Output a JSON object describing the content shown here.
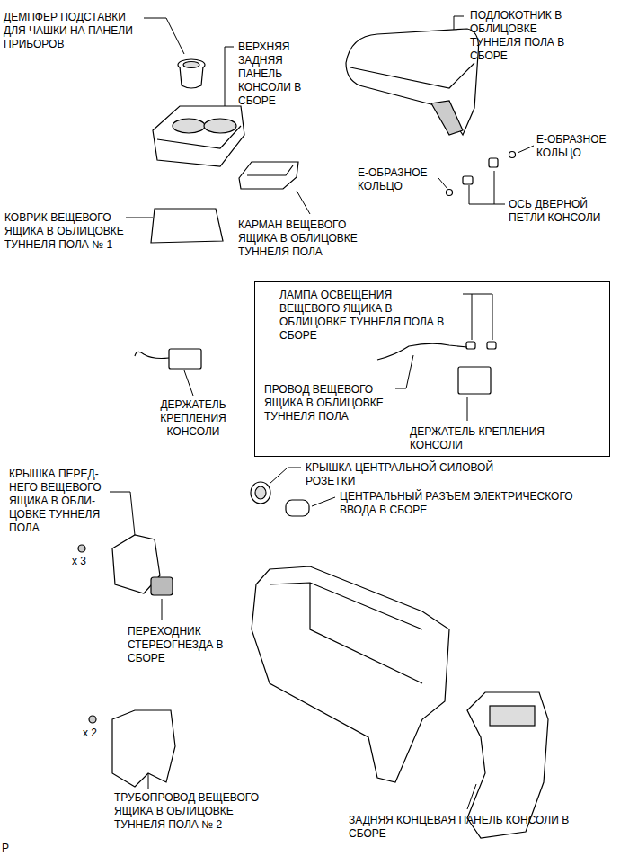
{
  "diagram": {
    "nodes": [
      {
        "text": [
          "ЛАМПА ОСВЕЩЕНИЯ ВЕЩЕВОГО ЯЩИКА В ОБЛИЦОВКЕ ТУННЕЛЯ ПОЛА В СБОРЕ",
          "ПРОВОД ВЕЩЕВОГО ЯЩИКА В ОБЛИЦОВКЕ ТУННЕЛЯ ПОЛА",
          "ДЕРЖАТЕЛЬ КРЕПЛЕНИЯ КОНСОЛИ"
        ]
      }
    ],
    "labels": [
      "ДЕМПФЕР ПОДСТАВКИ ДЛЯ ЧАШКИ НА ПАНЕЛИ ПРИБОРОВ",
      "ВЕРХНЯЯ ЗАДНЯЯ ПАНЕЛЬ КОНСОЛИ В СБОРЕ",
      "ПОДЛОКОТНИК В ОБЛИЦОВКЕ ТУННЕЛЯ ПОЛА В СБОРЕ",
      "Е-ОБРАЗНОЕ КОЛЬЦО",
      "Е-ОБРАЗНОЕ КОЛЬЦО",
      "ОСЬ ДВЕРНОЙ ПЕТЛИ КОНСОЛИ",
      "КОВРИК ВЕЩЕВОГО ЯЩИКА В ОБЛИЦОВКЕ ТУННЕЛЯ ПОЛА № 1",
      "КАРМАН ВЕЩЕВОГО ЯЩИКА В ОБЛИЦОВКЕ ТУННЕЛЯ ПОЛА",
      "ДЕРЖАТЕЛЬ КРЕПЛЕНИЯ КОНСОЛИ",
      "КРЫШКА ЦЕНТРАЛЬНОЙ СИЛОВОЙ РОЗЕТКИ",
      "ЦЕНТРАЛЬНЫЙ РАЗЪЕМ ЭЛЕКТРИЧЕСКОГО ВВОДА В СБОРЕ",
      "КРЫШКА ПЕРЕД- НЕГО ВЕЩЕВОГО ЯЩИКА В ОБЛИ- ЦОВКЕ ТУННЕЛЯ ПОЛА",
      "x 3",
      "ПЕРЕХОДНИК СТЕРЕОГНЕЗДА В СБОРЕ",
      "x 2",
      "ТРУБОПРОВОД ВЕЩЕВОГО ЯЩИКА В ОБЛИЦОВКЕ ТУННЕЛЯ ПОЛА № 2",
      "ЗАДНЯЯ КОНЦЕВАЯ ПАНЕЛЬ КОНСОЛИ В СБОРЕ",
      "P"
    ]
  }
}
